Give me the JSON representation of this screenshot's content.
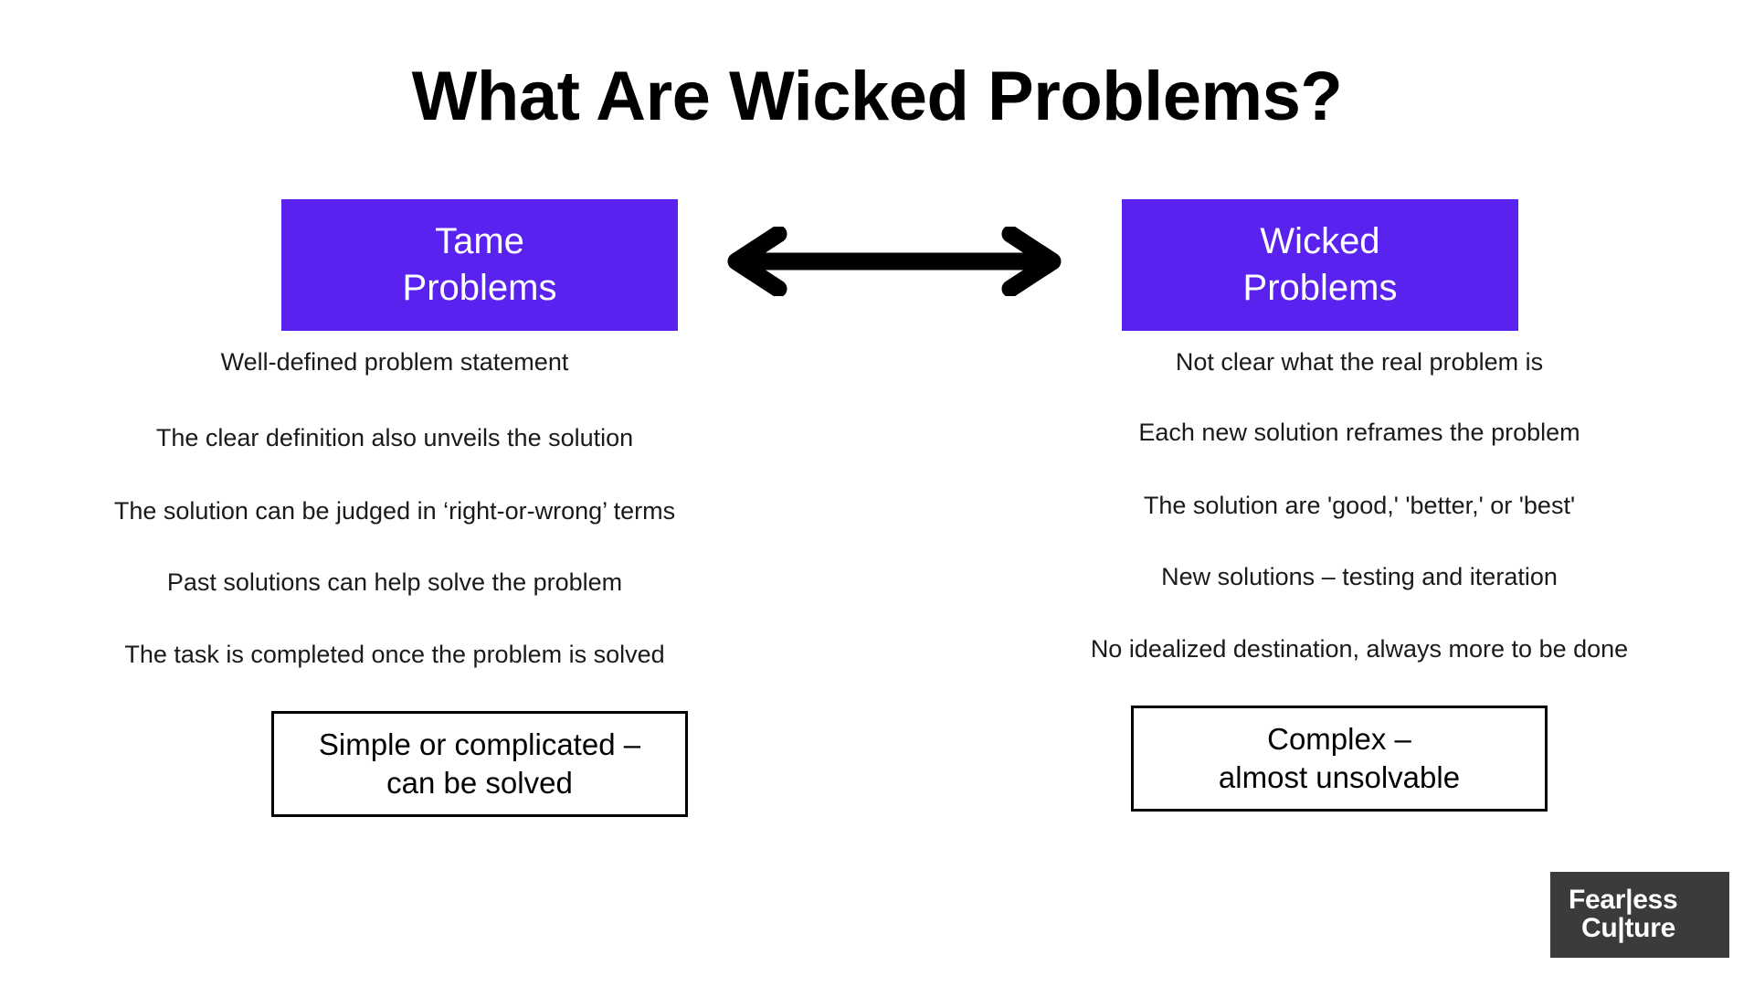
{
  "slide": {
    "title": "What Are Wicked Problems?",
    "background_color": "#ffffff",
    "accent_color": "#5A22EE",
    "text_color": "#1a1a1a"
  },
  "arrow": {
    "name": "double-headed-arrow",
    "direction": "bidirectional",
    "color": "#000000"
  },
  "columns": {
    "tame": {
      "header": {
        "line1": "Tame",
        "line2": "Problems",
        "background_color": "#5A22EE",
        "text_color": "#ffffff"
      },
      "bullets": [
        "Well-defined problem statement",
        "The clear definition also unveils the solution",
        "The solution can be judged in ‘right-or-wrong’ terms",
        "Past solutions can help solve the problem",
        "The task is completed once the problem is solved"
      ],
      "footer": {
        "line1": "Simple or complicated –",
        "line2": "can be solved"
      }
    },
    "wicked": {
      "header": {
        "line1": "Wicked",
        "line2": "Problems",
        "background_color": "#5A22EE",
        "text_color": "#ffffff"
      },
      "bullets": [
        "Not clear what the real problem is",
        "Each new solution reframes the problem",
        "The solution are 'good,' 'better,' or 'best'",
        "New solutions – testing and iteration",
        "No idealized destination, always more to be done"
      ],
      "footer": {
        "line1": "Complex –",
        "line2": "almost unsolvable"
      }
    }
  },
  "logo": {
    "line1": "Fear|ess",
    "line2": "Cu|ture",
    "background_color": "#3B3B3B",
    "text_color": "#ffffff"
  }
}
